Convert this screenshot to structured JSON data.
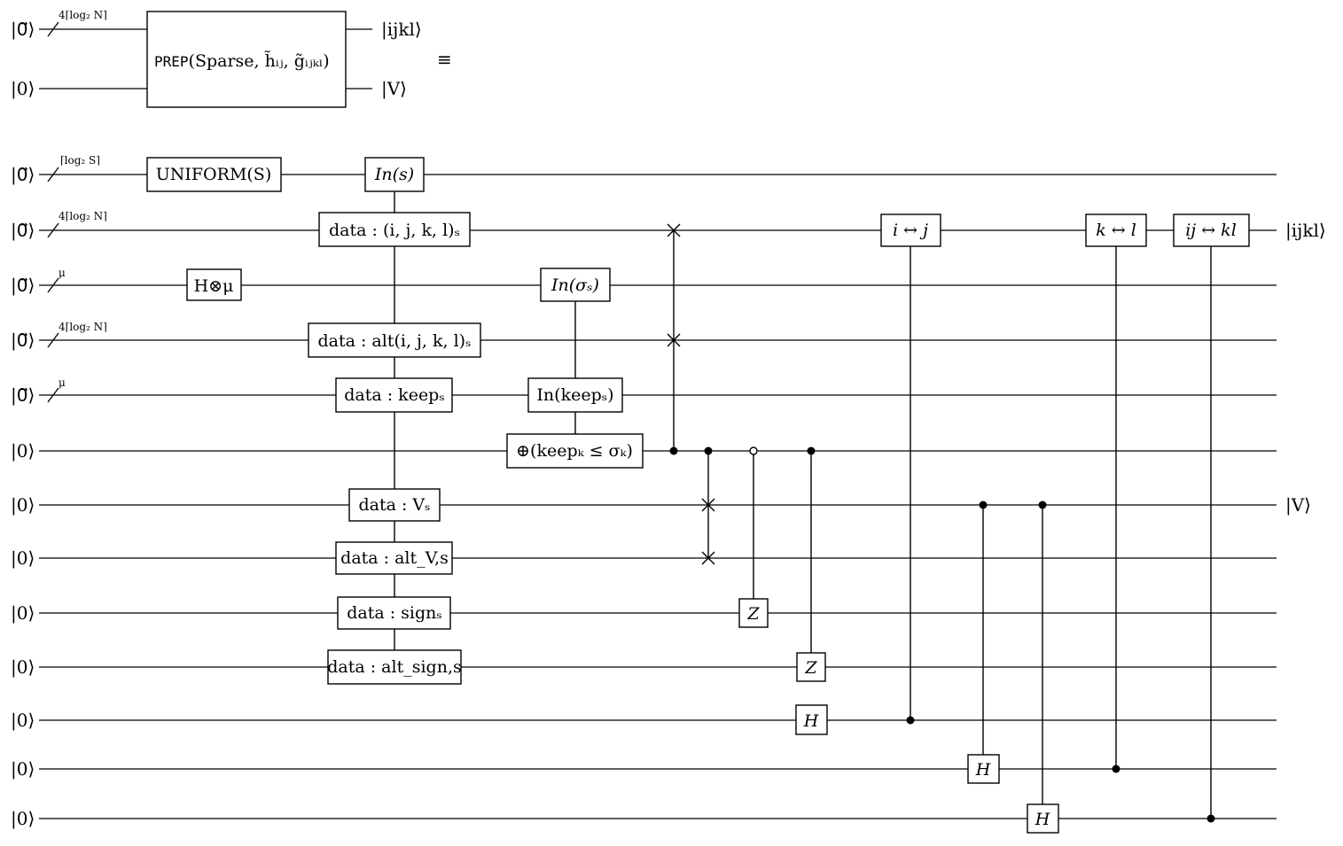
{
  "equiv_symbol": "≡",
  "header_circuit": {
    "inputs": [
      {
        "label": "|0⃗⟩",
        "bus": "4⌈log₂ N⌉"
      },
      {
        "label": "|0⟩",
        "bus": ""
      }
    ],
    "outputs": [
      "|ijkl⟩",
      "|V⟩"
    ],
    "gate": {
      "name": "PREP",
      "args": "(Sparse, h̃ᵢⱼ, g̃ᵢⱼₖₗ)"
    }
  },
  "wires": [
    {
      "id": "w0",
      "input": "|0⃗⟩",
      "bus": "⌈log₂ S⌉",
      "output": ""
    },
    {
      "id": "w1",
      "input": "|0⃗⟩",
      "bus": "4⌈log₂ N⌉",
      "output": "|ijkl⟩"
    },
    {
      "id": "w2",
      "input": "|0⃗⟩",
      "bus": "μ",
      "output": ""
    },
    {
      "id": "w3",
      "input": "|0⃗⟩",
      "bus": "4⌈log₂ N⌉",
      "output": ""
    },
    {
      "id": "w4",
      "input": "|0⃗⟩",
      "bus": "μ",
      "output": ""
    },
    {
      "id": "w5",
      "input": "|0⟩",
      "bus": "",
      "output": ""
    },
    {
      "id": "w6",
      "input": "|0⟩",
      "bus": "",
      "output": "|V⟩"
    },
    {
      "id": "w7",
      "input": "|0⟩",
      "bus": "",
      "output": ""
    },
    {
      "id": "w8",
      "input": "|0⟩",
      "bus": "",
      "output": ""
    },
    {
      "id": "w9",
      "input": "|0⟩",
      "bus": "",
      "output": ""
    },
    {
      "id": "w10",
      "input": "|0⟩",
      "bus": "",
      "output": ""
    },
    {
      "id": "w11",
      "input": "|0⟩",
      "bus": "",
      "output": ""
    },
    {
      "id": "w12",
      "input": "|0⟩",
      "bus": "",
      "output": ""
    }
  ],
  "gates": {
    "uniform": "UNIFORM(S)",
    "hadamard_mu": "H⊗μ",
    "in_s": "In(s)",
    "data_ijkl": "data : (i, j, k, l)ₛ",
    "data_alt_ijkl": "data : alt(i, j, k, l)ₛ",
    "data_keep": "data : keepₛ",
    "data_V": "data : Vₛ",
    "data_altV": "data : alt_V,s",
    "data_sign": "data : signₛ",
    "data_altsign": "data : alt_sign,s",
    "in_sigma": "In(σₛ)",
    "in_keep": "In(keepₛ)",
    "compare": "⊕(keepₖ ≤ σₖ)",
    "z1": "Z",
    "z2": "Z",
    "h1": "H",
    "h2": "H",
    "h3": "H",
    "swap_ij": "i ↔ j",
    "swap_kl": "k ↔ l",
    "swap_ijkl": "ij ↔ kl"
  }
}
